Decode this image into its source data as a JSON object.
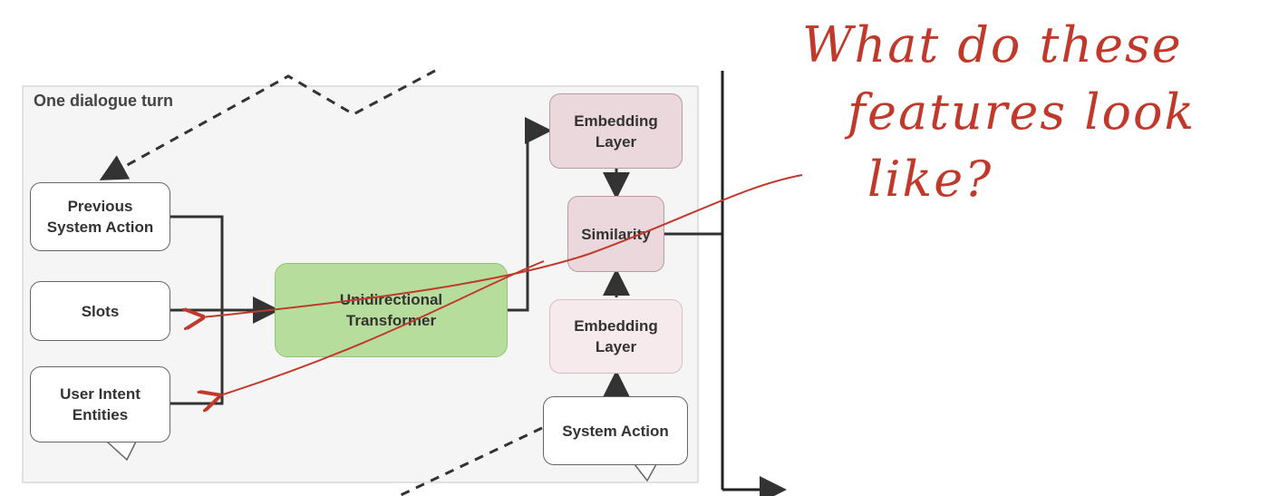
{
  "frame": {
    "title": "One dialogue turn"
  },
  "nodes": {
    "previous_system_action": "Previous System Action",
    "slots": "Slots",
    "user_intent_entities": "User Intent Entities",
    "unidirectional_transformer": "Unidirectional Transformer",
    "embedding_layer_top": "Embedding Layer",
    "similarity": "Similarity",
    "embedding_layer_bottom": "Embedding Layer",
    "system_action": "System Action"
  },
  "annotation": {
    "line1": "What do these",
    "line2": "features look",
    "line3": "like?"
  },
  "colors": {
    "ink": "#c0392b",
    "arrow": "#333333",
    "transformer": "#b7dd9d",
    "similarity": "#ead8dc"
  }
}
